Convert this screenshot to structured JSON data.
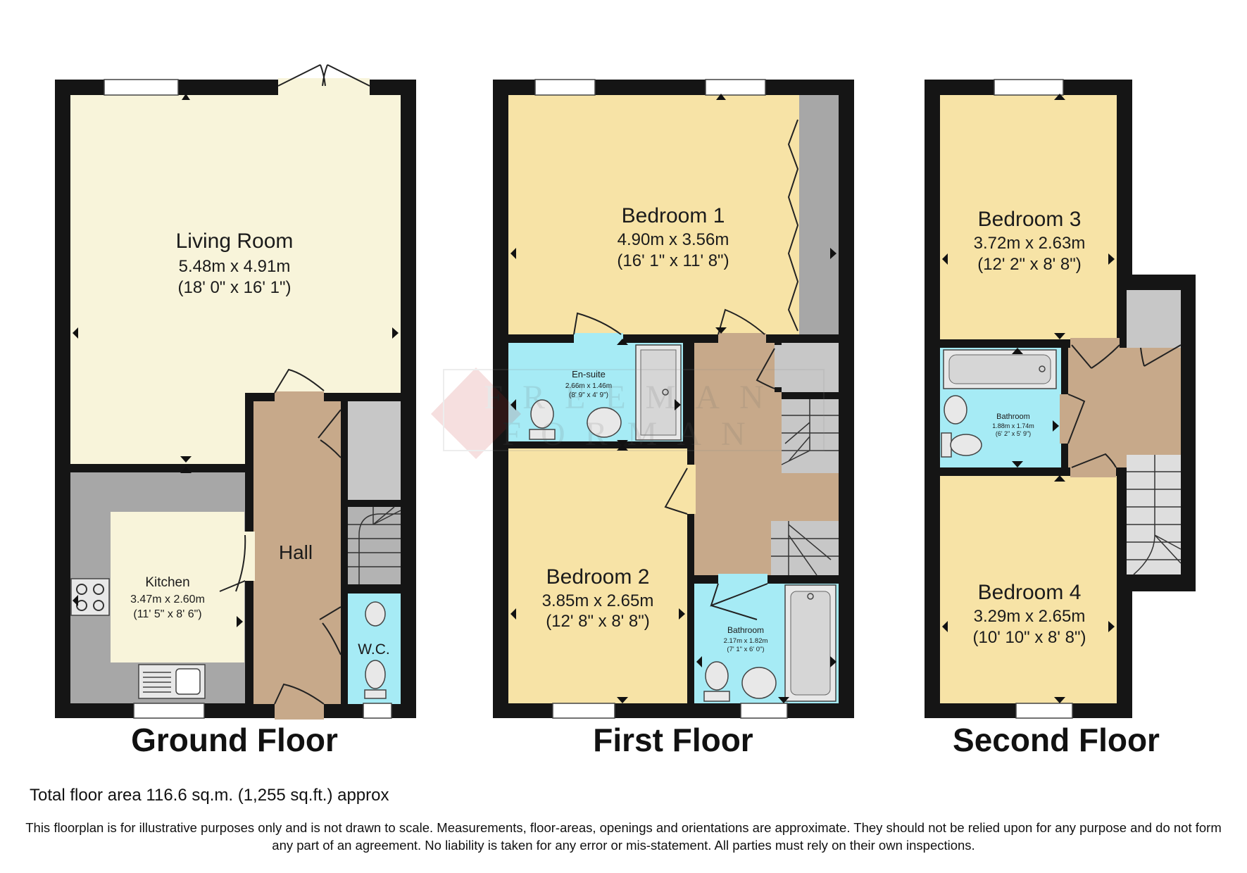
{
  "watermark_text": "FREEMAN FORMAN",
  "floors": {
    "ground": {
      "title": "Ground Floor",
      "rooms": {
        "living_room": {
          "name": "Living Room",
          "metric": "5.48m x 4.91m",
          "imperial": "(18' 0\" x 16' 1\")"
        },
        "kitchen": {
          "name": "Kitchen",
          "metric": "3.47m x 2.60m",
          "imperial": "(11' 5\" x 8' 6\")"
        },
        "hall": {
          "name": "Hall"
        },
        "wc": {
          "name": "W.C."
        }
      }
    },
    "first": {
      "title": "First Floor",
      "rooms": {
        "bedroom1": {
          "name": "Bedroom 1",
          "metric": "4.90m x 3.56m",
          "imperial": "(16' 1\" x 11' 8\")"
        },
        "ensuite": {
          "name": "En-suite",
          "metric": "2.66m x 1.46m",
          "imperial": "(8' 9\" x 4' 9\")"
        },
        "bedroom2": {
          "name": "Bedroom 2",
          "metric": "3.85m x 2.65m",
          "imperial": "(12' 8\" x 8' 8\")"
        },
        "bathroom": {
          "name": "Bathroom",
          "metric": "2.17m x 1.82m",
          "imperial": "(7' 1\" x 6' 0\")"
        }
      }
    },
    "second": {
      "title": "Second Floor",
      "rooms": {
        "bedroom3": {
          "name": "Bedroom 3",
          "metric": "3.72m x 2.63m",
          "imperial": "(12' 2\" x 8' 8\")"
        },
        "bathroom": {
          "name": "Bathroom",
          "metric": "1.88m x 1.74m",
          "imperial": "(6' 2\" x 5' 9\")"
        },
        "bedroom4": {
          "name": "Bedroom 4",
          "metric": "3.29m x 2.65m",
          "imperial": "(10' 10\" x 8' 8\")"
        }
      }
    }
  },
  "total_area": "Total floor area 116.6 sq.m. (1,255 sq.ft.) approx",
  "disclaimer": "This floorplan is for illustrative purposes only and is not drawn to scale. Measurements, floor-areas, openings and orientations are approximate. They should not be relied upon for any purpose and do not form any part of an agreement. No liability is taken for any error or mis-statement. All parties must rely on their own inspections.",
  "colors": {
    "wall": "#151515",
    "living": "#f8f4da",
    "bedroom": "#f7e3a6",
    "hall": "#c7a98a",
    "wet_room": "#a6ebf5",
    "grey_area": "#a7a7a7",
    "storage": "#c7c7c7"
  }
}
